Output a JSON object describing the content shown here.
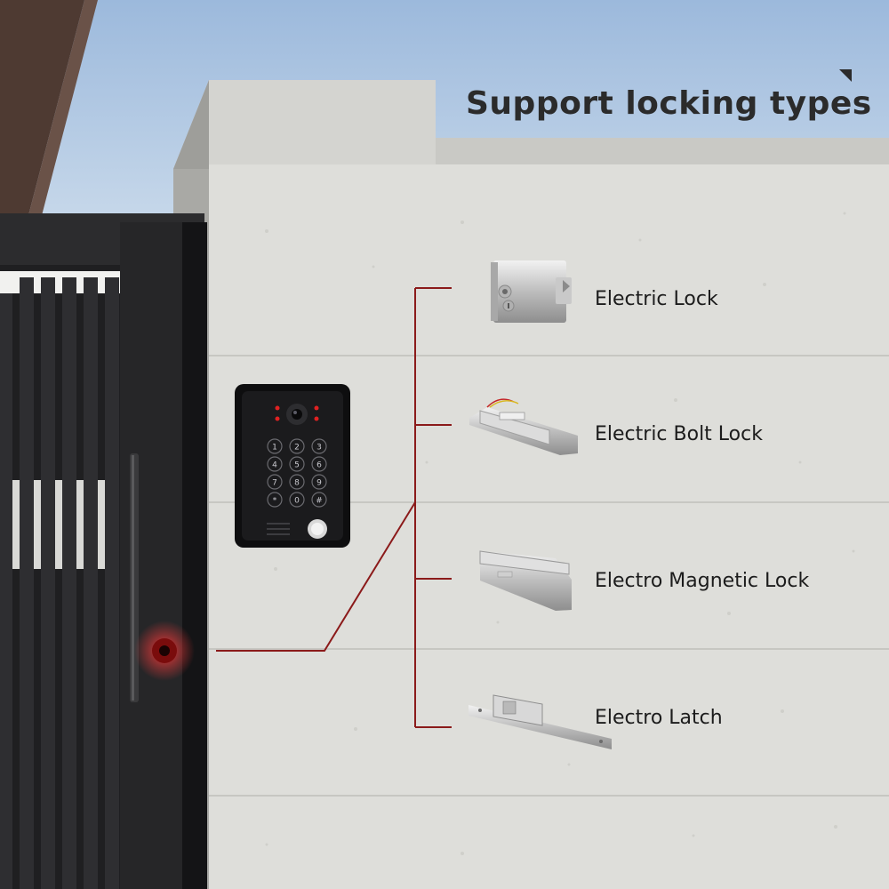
{
  "title": "Support locking types",
  "lock_types": [
    {
      "label": "Electric Lock",
      "icon": "electric-lock-icon"
    },
    {
      "label": "Electric Bolt Lock",
      "icon": "electric-bolt-lock-icon"
    },
    {
      "label": "Electro Magnetic Lock",
      "icon": "electro-magnetic-lock-icon"
    },
    {
      "label": "Electro Latch",
      "icon": "electro-latch-icon"
    }
  ],
  "keypad": {
    "keys": [
      "1",
      "2",
      "3",
      "4",
      "5",
      "6",
      "7",
      "8",
      "9",
      "*",
      "0",
      "#"
    ]
  },
  "colors": {
    "sky": "#aec6e2",
    "wall": "#dcdcd8",
    "connector": "#8b1a1a",
    "gate": "#2a2a2c",
    "device": "#141414"
  }
}
